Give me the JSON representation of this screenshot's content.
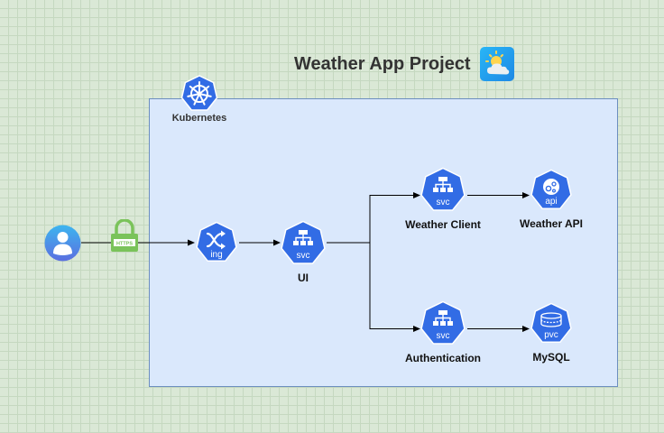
{
  "title": "Weather App Project",
  "cluster_label": "Kubernetes",
  "colors": {
    "background": "#dae8d6",
    "cluster_fill": "#dae8fc",
    "cluster_border": "#6c8ebf",
    "k8s_blue": "#326ce5",
    "https_green": "#7ac35a"
  },
  "lock_label": "HTTPS",
  "nodes": {
    "ing": {
      "kind": "ing"
    },
    "ui": {
      "kind": "svc",
      "label": "UI"
    },
    "weather_client": {
      "kind": "svc",
      "label": "Weather Client"
    },
    "weather_api": {
      "kind": "api",
      "label": "Weather API"
    },
    "authentication": {
      "kind": "svc",
      "label": "Authentication"
    },
    "mysql": {
      "kind": "pvc",
      "label": "MySQL"
    }
  },
  "icons": [
    "user-icon",
    "https-lock-icon",
    "kubernetes-logo-icon",
    "weather-sun-cloud-icon"
  ]
}
